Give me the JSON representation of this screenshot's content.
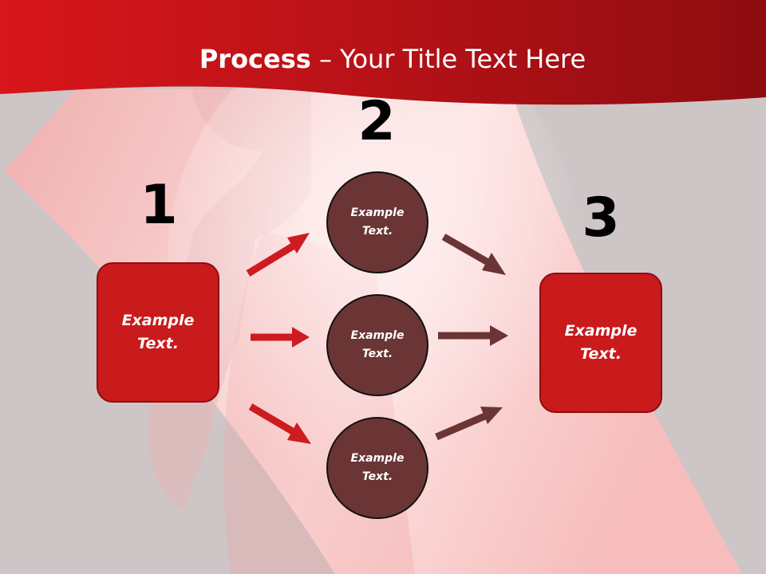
{
  "title": {
    "bold": "Process",
    "rest": " – Your Title Text Here"
  },
  "steps": {
    "one": "1",
    "two": "2",
    "three": "3"
  },
  "nodes": {
    "left_box": "Example Text.",
    "circle_top": "Example Text.",
    "circle_middle": "Example Text.",
    "circle_bottom": "Example Text.",
    "right_box": "Example Text."
  },
  "colors": {
    "banner": "#c8161a",
    "box_fill": "#c91a1c",
    "circle_fill": "#6b3535",
    "arrow_red": "#cc1c20",
    "arrow_dark": "#6b3535"
  }
}
